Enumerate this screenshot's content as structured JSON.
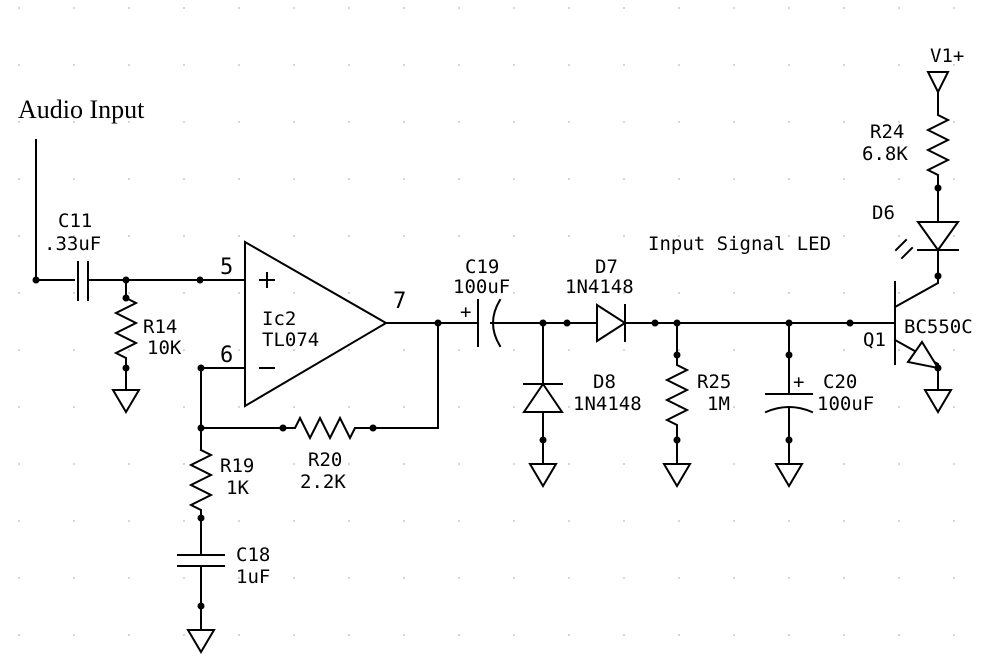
{
  "title": "Audio Input",
  "labels": {
    "c11_ref": "C11",
    "c11_val": ".33uF",
    "r14_ref": "R14",
    "r14_val": "10K",
    "ic_ref": "Ic2",
    "ic_val": "TL074",
    "pin5": "5",
    "pin6": "6",
    "pin7": "7",
    "plus_sign": "+",
    "minus_sign": "−",
    "r19_ref": "R19",
    "r19_val": "1K",
    "r20_ref": "R20",
    "r20_val": "2.2K",
    "c18_ref": "C18",
    "c18_val": "1uF",
    "c19_ref": "C19",
    "c19_val": "100uF",
    "c19_pol": "+",
    "d7_ref": "D7",
    "d7_val": "1N4148",
    "d8_ref": "D8",
    "d8_val": "1N4148",
    "r25_ref": "R25",
    "r25_val": "1M",
    "c20_ref": "C20",
    "c20_val": "100uF",
    "c20_pol": "+",
    "q1_ref": "Q1",
    "q1_val": "BC550C",
    "r24_ref": "R24",
    "r24_val": "6.8K",
    "d6_ref": "D6",
    "d6_desc": "Input Signal LED",
    "supply": "V1+"
  }
}
